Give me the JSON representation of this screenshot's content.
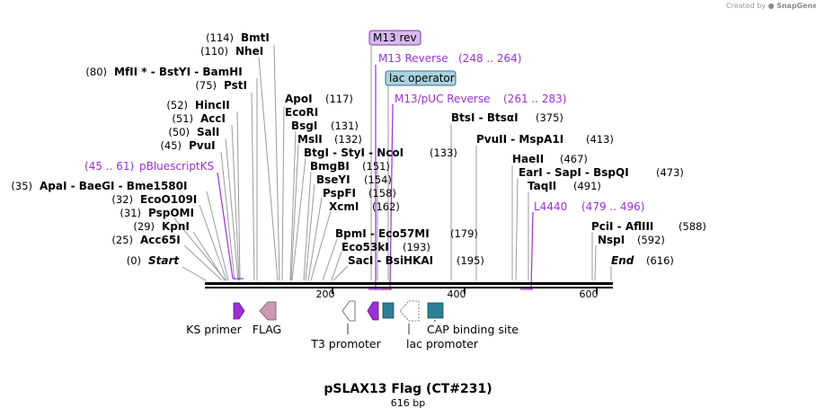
{
  "credit": {
    "prefix": "Created by",
    "brand": "SnapGene"
  },
  "map": {
    "title": "pSLAX13 Flag (CT#231)",
    "length_label": "616 bp",
    "length": 616,
    "ticks": [
      {
        "value": 200,
        "label": "200"
      },
      {
        "value": 400,
        "label": "400"
      },
      {
        "value": 600,
        "label": "600"
      }
    ]
  },
  "enzymes": [
    {
      "pos": "(114)",
      "name": "BmtI"
    },
    {
      "pos": "(110)",
      "name": "NheI"
    },
    {
      "pos": "(80)",
      "name": "MfII *  -  BstYI  -  BamHI"
    },
    {
      "pos": "(75)",
      "name": "PstI"
    },
    {
      "pos": "(52)",
      "name": "HincII"
    },
    {
      "pos": "(51)",
      "name": "AccI"
    },
    {
      "pos": "(50)",
      "name": "SalI"
    },
    {
      "pos": "(45)",
      "name": "PvuI"
    },
    {
      "pos": "(35)",
      "name": "ApaI  -  BaeGI  -  Bme1580I"
    },
    {
      "pos": "(32)",
      "name": "EcoO109I"
    },
    {
      "pos": "(31)",
      "name": "PspOMI"
    },
    {
      "pos": "(29)",
      "name": "KpnI"
    },
    {
      "pos": "(25)",
      "name": "Acc65I"
    },
    {
      "pos": "(0)",
      "name": "Start"
    },
    {
      "pos": "(117)",
      "name": "ApoI"
    },
    {
      "pos": "",
      "name": "EcoRI"
    },
    {
      "pos": "(131)",
      "name": "BsgI"
    },
    {
      "pos": "(132)",
      "name": "MslI"
    },
    {
      "pos": "(133)",
      "name": "BtgI  -  StyI  -  NcoI"
    },
    {
      "pos": "(151)",
      "name": "BmgBI"
    },
    {
      "pos": "(154)",
      "name": "BseYI"
    },
    {
      "pos": "(158)",
      "name": "PspFI"
    },
    {
      "pos": "(162)",
      "name": "XcmI"
    },
    {
      "pos": "(179)",
      "name": "BpmI  -  Eco57MI"
    },
    {
      "pos": "(193)",
      "name": "Eco53kI"
    },
    {
      "pos": "(195)",
      "name": "SacI  -  BsiHKAI"
    },
    {
      "pos": "(375)",
      "name": "BtsI  -  BtsαI"
    },
    {
      "pos": "(413)",
      "name": "PvuII  -  MspA1I"
    },
    {
      "pos": "(467)",
      "name": "HaeII"
    },
    {
      "pos": "(473)",
      "name": "EarI  -  SapI  -  BspQI"
    },
    {
      "pos": "(491)",
      "name": "TaqII"
    },
    {
      "pos": "(588)",
      "name": "PciI  -  AflIII"
    },
    {
      "pos": "(592)",
      "name": "NspI"
    },
    {
      "pos": "(616)",
      "name": "End"
    }
  ],
  "primers": [
    {
      "name": "pBluescriptKS",
      "range": "(45 .. 61)"
    },
    {
      "name": "M13 rev",
      "range": ""
    },
    {
      "name": "M13 Reverse",
      "range": "(248 .. 264)"
    },
    {
      "name": "M13/pUC Reverse",
      "range": "(261 .. 283)"
    },
    {
      "name": "L4440",
      "range": "(479 .. 496)"
    }
  ],
  "boxed_labels": [
    {
      "name": "M13 rev",
      "fill": "#d9b8f0",
      "stroke": "#7a3aa0"
    },
    {
      "name": "lac operator",
      "fill": "#a9d3e0",
      "stroke": "#3a6f80"
    }
  ],
  "features": [
    {
      "name": "KS primer",
      "color": "#9b30d9",
      "direction": "right",
      "shape": "small-arrow"
    },
    {
      "name": "FLAG",
      "color": "#cc99b3",
      "direction": "left",
      "shape": "arrow"
    },
    {
      "name": "T3 promoter",
      "color": "#ffffff",
      "direction": "left",
      "shape": "arrow"
    },
    {
      "name": "",
      "color": "#9b30d9",
      "direction": "left",
      "shape": "small-arrow"
    },
    {
      "name": "",
      "color": "#2e7f95",
      "direction": "none",
      "shape": "box"
    },
    {
      "name": "lac promoter",
      "color": "#ffffff",
      "direction": "left",
      "shape": "dashed-arrow"
    },
    {
      "name": "CAP binding site",
      "color": "#2e7f95",
      "direction": "none",
      "shape": "box"
    }
  ],
  "colors": {
    "backbone": "#000000",
    "enzyme_line": "#9a9a9a",
    "primer": "#9b30d9"
  }
}
